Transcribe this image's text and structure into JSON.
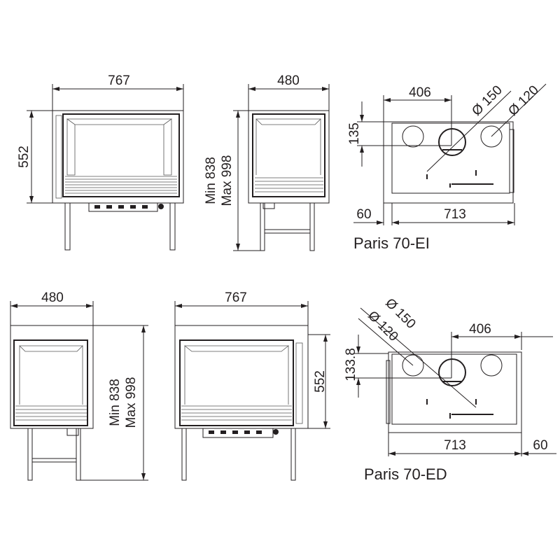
{
  "top_front": {
    "width": "767",
    "height": "552"
  },
  "top_side": {
    "depth": "480",
    "height_min": "Min 838",
    "height_max": "Max 998"
  },
  "plan_ei": {
    "offset": "406",
    "depth": "135",
    "flue_main": "Ø 150",
    "flue_aux": "Ø 120",
    "margin": "60",
    "width": "713",
    "title": "Paris 70-EI"
  },
  "bottom_side": {
    "depth": "480",
    "height_min": "Min 838",
    "height_max": "Max 998"
  },
  "bottom_front": {
    "width": "767",
    "height": "552"
  },
  "plan_ed": {
    "offset": "406",
    "depth": "133.8",
    "flue_main": "Ø 150",
    "flue_aux": "Ø 120",
    "margin": "60",
    "width": "713",
    "title": "Paris 70-ED"
  }
}
